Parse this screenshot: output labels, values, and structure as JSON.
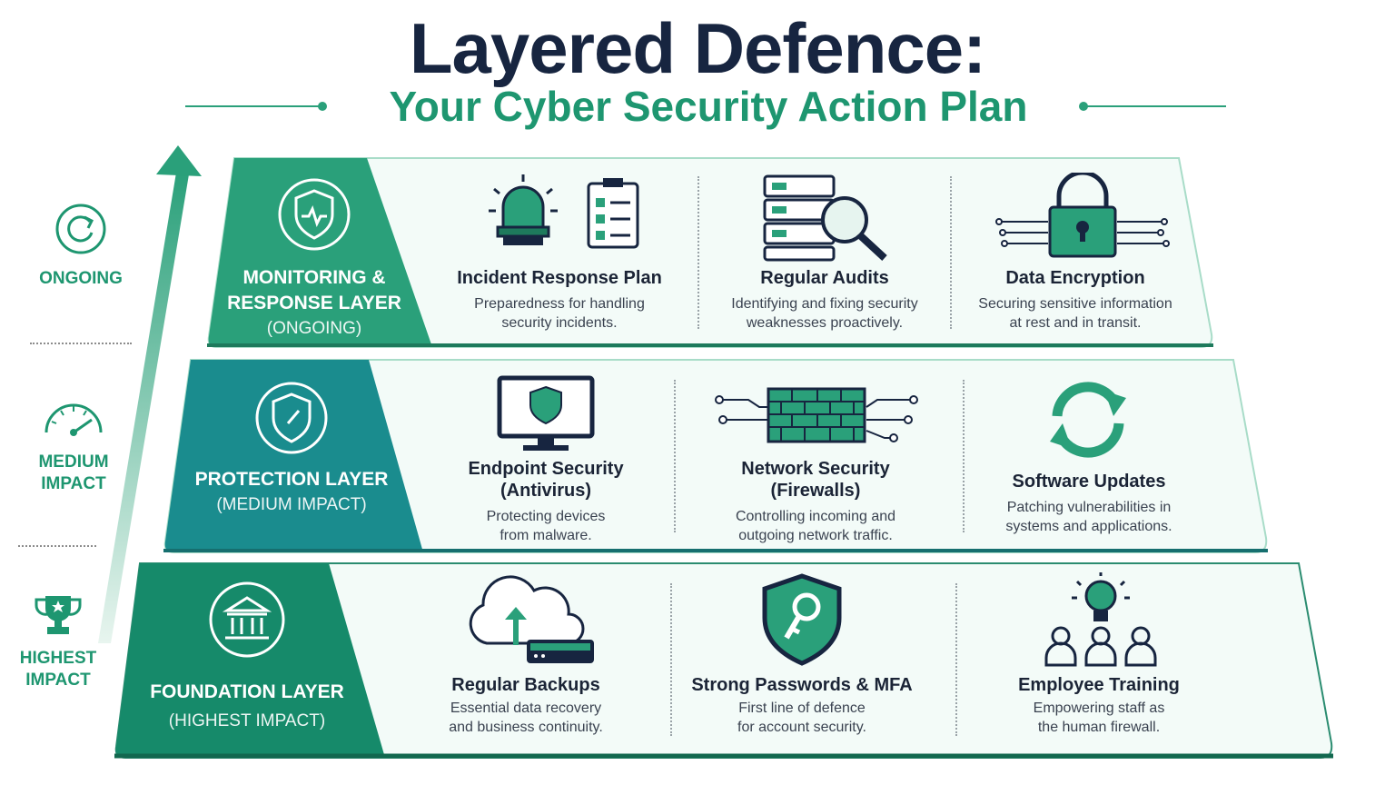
{
  "title": "Layered Defence:",
  "subtitle": "Your Cyber Security Action Plan",
  "colors": {
    "navy": "#172540",
    "green": "#1e9670",
    "teal": "#1a8c8e",
    "dark_green": "#168a6a"
  },
  "side": {
    "ongoing": "ONGOING",
    "medium": [
      "MEDIUM",
      "IMPACT"
    ],
    "highest": [
      "HIGHEST",
      "IMPACT"
    ]
  },
  "layers": {
    "monitoring": {
      "title": [
        "MONITORING &",
        "RESPONSE LAYER"
      ],
      "sub": "(ONGOING)",
      "icon": "shield-pulse-icon",
      "items": [
        {
          "title": "Incident Response Plan",
          "desc": [
            "Preparedness for handling",
            "security incidents."
          ],
          "icon": "alarm-checklist-icon"
        },
        {
          "title": "Regular Audits",
          "desc": [
            "Identifying and fixing security",
            "weaknesses proactively."
          ],
          "icon": "server-magnifier-icon"
        },
        {
          "title": "Data Encryption",
          "desc": [
            "Securing sensitive information",
            "at rest and in transit."
          ],
          "icon": "padlock-circuit-icon"
        }
      ]
    },
    "protection": {
      "title": [
        "PROTECTION LAYER"
      ],
      "sub": "(MEDIUM IMPACT)",
      "icon": "shield-icon",
      "items": [
        {
          "title": [
            "Endpoint Security",
            "(Antivirus)"
          ],
          "desc": [
            "Protecting devices",
            "from malware."
          ],
          "icon": "monitor-shield-icon"
        },
        {
          "title": [
            "Network Security",
            "(Firewalls)"
          ],
          "desc": [
            "Controlling incoming and",
            "outgoing network traffic."
          ],
          "icon": "firewall-icon"
        },
        {
          "title": [
            "Software Updates"
          ],
          "desc": [
            "Patching vulnerabilities in",
            "systems and applications."
          ],
          "icon": "refresh-arrows-icon"
        }
      ]
    },
    "foundation": {
      "title": [
        "FOUNDATION LAYER"
      ],
      "sub": "(HIGHEST IMPACT)",
      "icon": "institution-icon",
      "items": [
        {
          "title": "Regular Backups",
          "desc": [
            "Essential data recovery",
            "and business continuity."
          ],
          "icon": "cloud-backup-icon"
        },
        {
          "title": "Strong Passwords & MFA",
          "desc": [
            "First line of defence",
            "for account security."
          ],
          "icon": "shield-key-icon"
        },
        {
          "title": "Employee Training",
          "desc": [
            "Empowering staff as",
            "the human firewall."
          ],
          "icon": "people-lightbulb-icon"
        }
      ]
    }
  }
}
